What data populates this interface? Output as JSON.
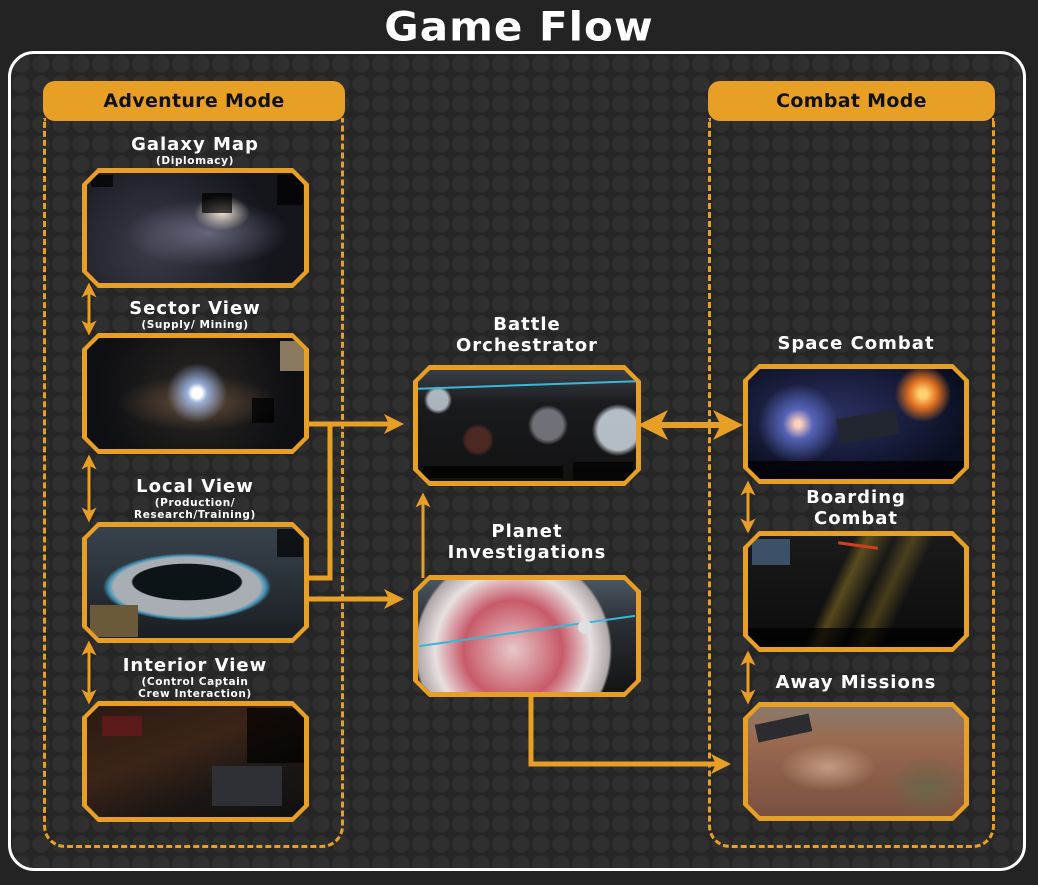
{
  "title": "Game Flow",
  "modes": {
    "adventure": {
      "label": "Adventure Mode"
    },
    "combat": {
      "label": "Combat Mode"
    }
  },
  "screens": {
    "galaxy_map": {
      "title": "Galaxy Map",
      "subtitle": "(Diplomacy)"
    },
    "sector_view": {
      "title": "Sector View",
      "subtitle": "(Supply/ Mining)"
    },
    "local_view": {
      "title": "Local View",
      "subtitle_line1": "(Production/",
      "subtitle_line2": "Research/Training)"
    },
    "interior_view": {
      "title": "Interior View",
      "subtitle_line1": "(Control Captain",
      "subtitle_line2": "Crew Interaction)"
    },
    "battle_orchestrator": {
      "title_line1": "Battle",
      "title_line2": "Orchestrator"
    },
    "planet_investigations": {
      "title_line1": "Planet",
      "title_line2": "Investigations"
    },
    "space_combat": {
      "title": "Space Combat"
    },
    "boarding_combat": {
      "title_line1": "Boarding",
      "title_line2": "Combat"
    },
    "away_missions": {
      "title": "Away Missions"
    }
  },
  "flows": [
    {
      "from": "Galaxy Map",
      "to": "Sector View",
      "direction": "bidirectional"
    },
    {
      "from": "Sector View",
      "to": "Local View",
      "direction": "bidirectional"
    },
    {
      "from": "Local View",
      "to": "Interior View",
      "direction": "bidirectional"
    },
    {
      "from": "Sector View",
      "to": "Battle Orchestrator",
      "direction": "forward"
    },
    {
      "from": "Local View",
      "to": "Battle Orchestrator",
      "direction": "forward"
    },
    {
      "from": "Local View",
      "to": "Planet Investigations",
      "direction": "forward"
    },
    {
      "from": "Planet Investigations",
      "to": "Battle Orchestrator",
      "direction": "forward"
    },
    {
      "from": "Battle Orchestrator",
      "to": "Space Combat",
      "direction": "bidirectional"
    },
    {
      "from": "Space Combat",
      "to": "Boarding Combat",
      "direction": "bidirectional"
    },
    {
      "from": "Boarding Combat",
      "to": "Away Missions",
      "direction": "bidirectional"
    },
    {
      "from": "Planet Investigations",
      "to": "Away Missions",
      "direction": "forward"
    }
  ],
  "colors": {
    "accent": "#e89f25",
    "background": "#262626",
    "frame": "#ffffff",
    "text": "#ffffff"
  }
}
